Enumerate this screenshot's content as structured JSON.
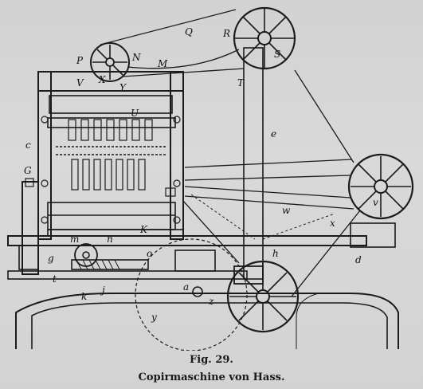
{
  "figure": {
    "number": "Fig. 29.",
    "title": "Copirmaschine von Hass."
  },
  "labels": {
    "Q": "Q",
    "R": "R",
    "S": "S",
    "P": "P",
    "N": "N",
    "M": "M",
    "V": "V",
    "X": "X",
    "Y": "Y",
    "U": "U",
    "T": "T",
    "e": "e",
    "c": "c",
    "G": "G",
    "w": "w",
    "x": "x",
    "K": "K",
    "v": "v",
    "m": "m",
    "n": "n",
    "o": "o",
    "g": "g",
    "t": "t",
    "k": "k",
    "j": "j",
    "a": "a",
    "z": "z",
    "y": "y",
    "h": "h",
    "d": "d"
  }
}
